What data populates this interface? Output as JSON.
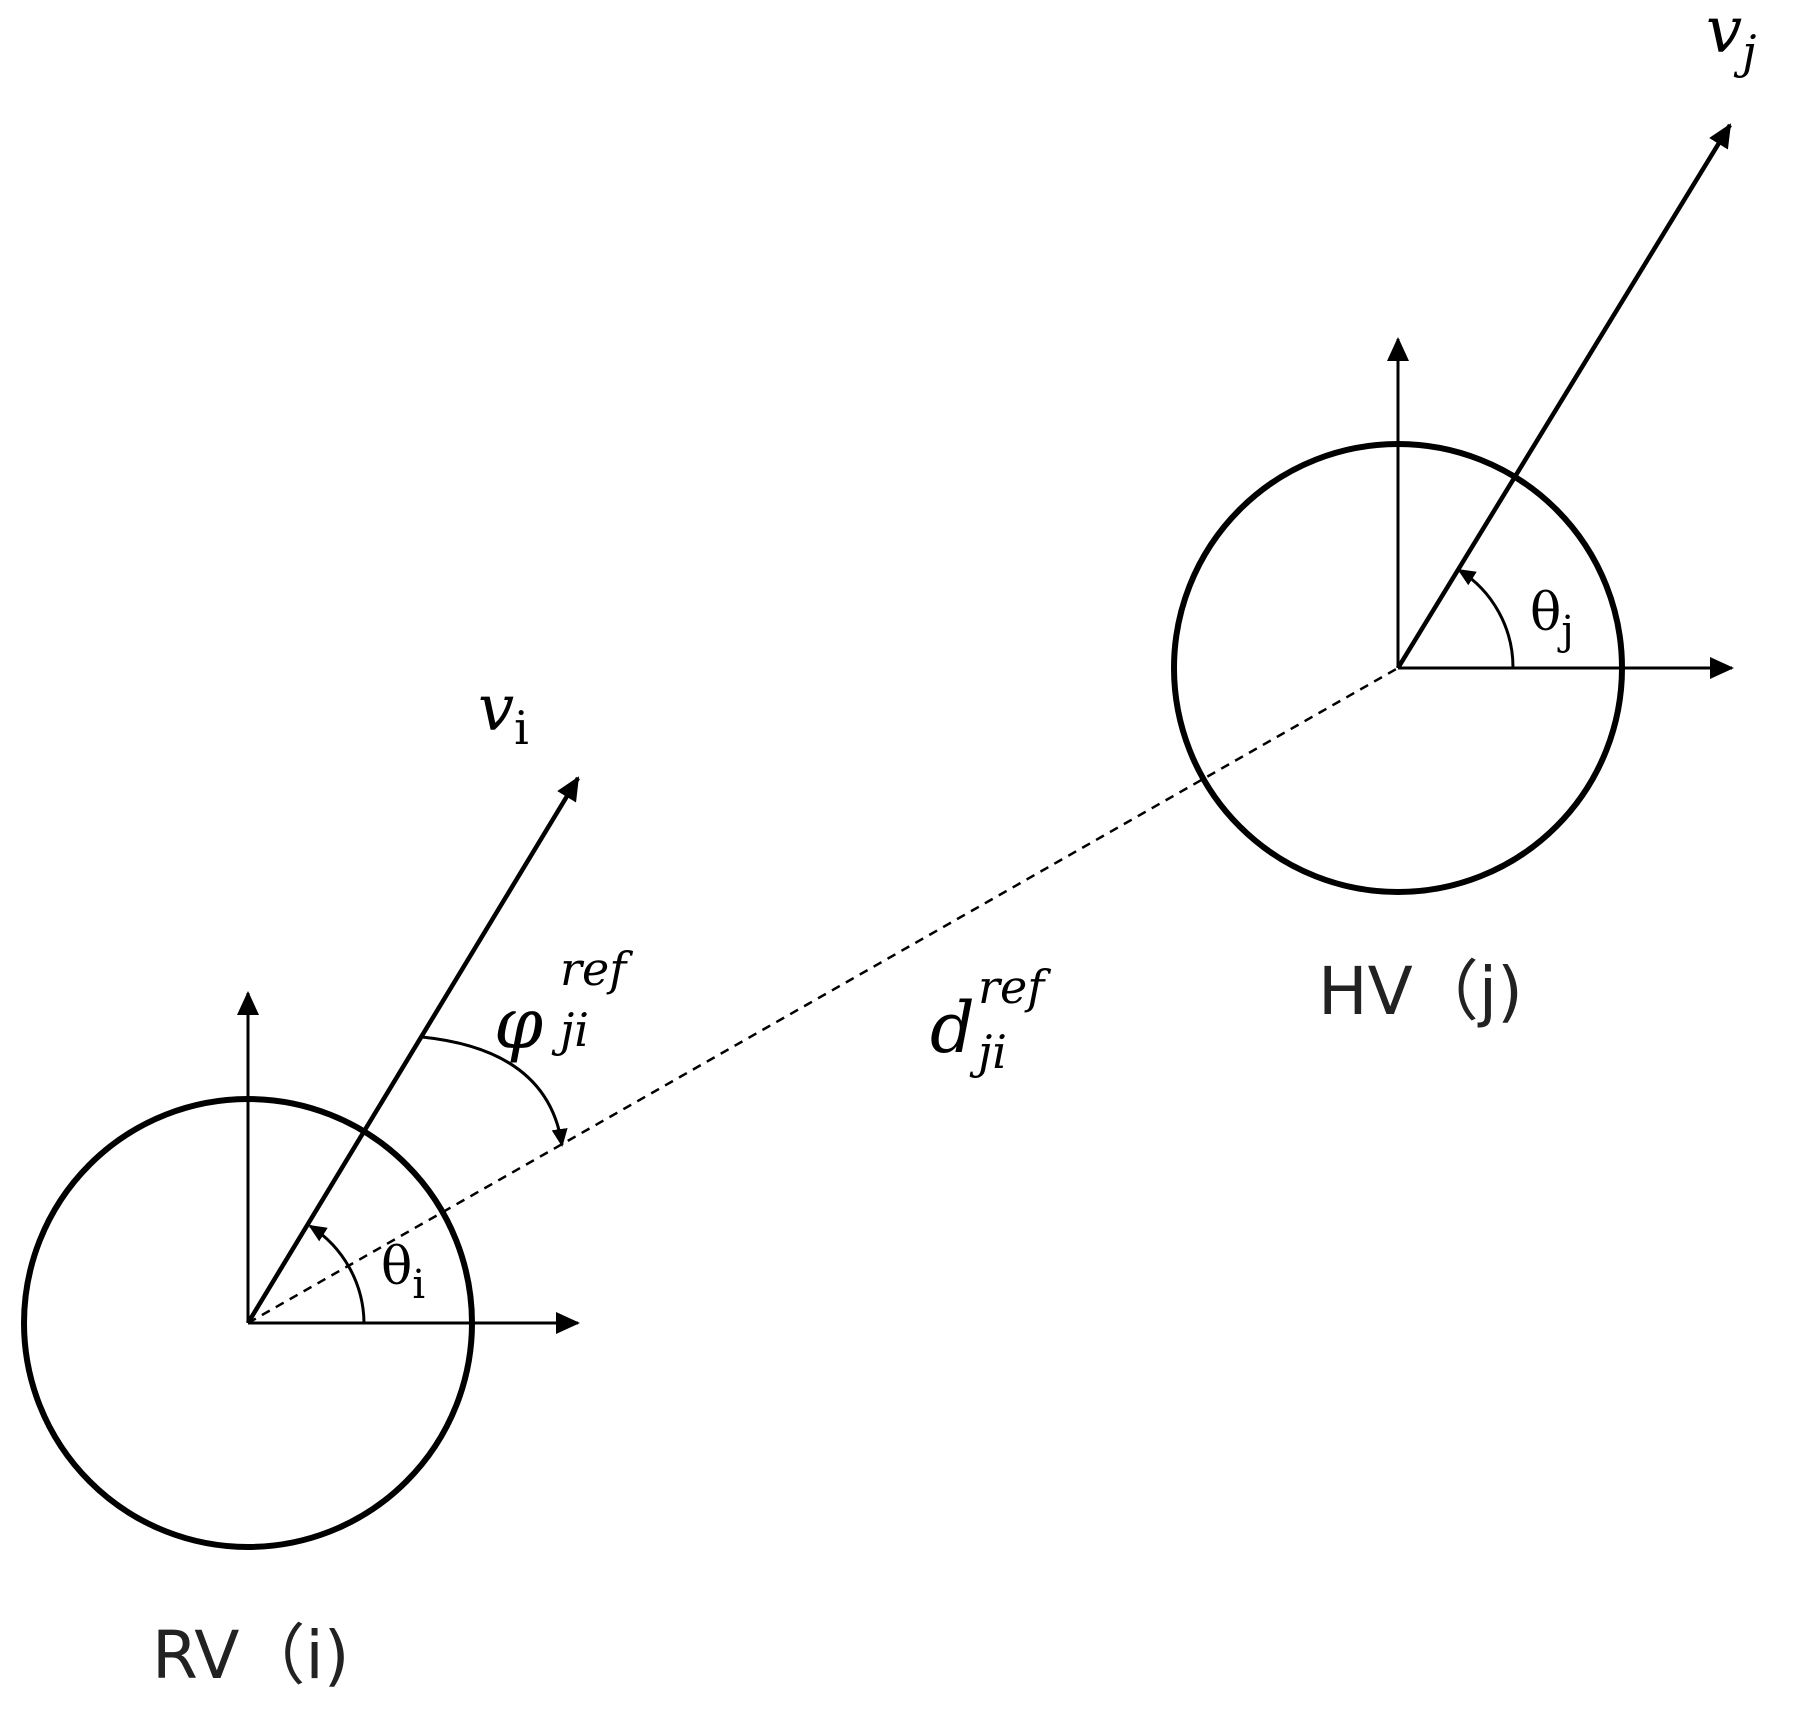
{
  "vehicles": {
    "rv": {
      "label": "RV（i)",
      "velocity_symbol": "v",
      "velocity_subscript": "i",
      "heading_symbol": "θ",
      "heading_subscript": "i"
    },
    "hv": {
      "label": "HV（j)",
      "velocity_symbol": "v",
      "velocity_subscript": "j",
      "heading_symbol": "θ",
      "heading_subscript": "j"
    }
  },
  "relative_angle": {
    "symbol": "φ",
    "superscript": "ref",
    "subscript": "ji"
  },
  "relative_distance": {
    "symbol": "d",
    "superscript": "ref",
    "subscript": "ji"
  },
  "colors": {
    "stroke": "#000000",
    "background": "#ffffff",
    "label_text": "#222222"
  }
}
